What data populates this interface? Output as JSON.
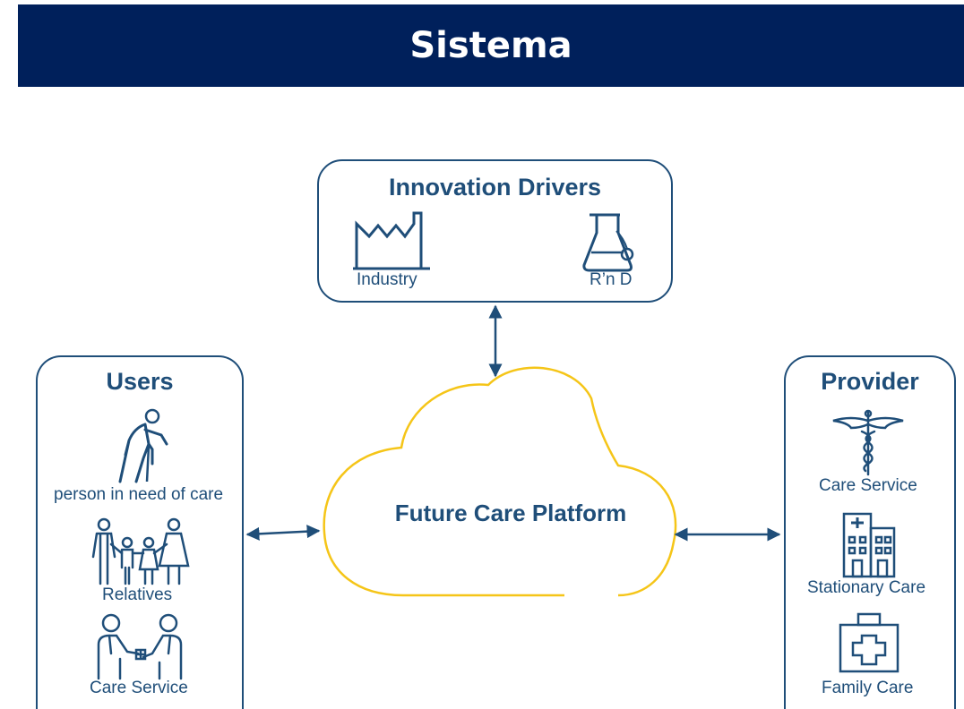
{
  "header": {
    "title": "Sistema"
  },
  "colors": {
    "banner": "#00205b",
    "primary": "#1f4e79",
    "cloud": "#f5c518"
  },
  "innovation": {
    "title": "Innovation Drivers",
    "items": [
      {
        "label": "Industry",
        "icon": "factory-icon"
      },
      {
        "label": "R’n D",
        "icon": "flask-icon"
      }
    ]
  },
  "users": {
    "title": "Users",
    "items": [
      {
        "label": "person in need of care",
        "icon": "elderly-person-icon"
      },
      {
        "label": "Relatives",
        "icon": "family-icon"
      },
      {
        "label": "Care Service",
        "icon": "handshake-icon"
      }
    ]
  },
  "platform": {
    "label": "Future Care Platform"
  },
  "provider": {
    "title": "Provider",
    "items": [
      {
        "label": "Care Service",
        "icon": "caduceus-icon"
      },
      {
        "label": "Stationary Care",
        "icon": "hospital-building-icon"
      },
      {
        "label": "Family Care",
        "icon": "medical-kit-icon"
      }
    ]
  }
}
